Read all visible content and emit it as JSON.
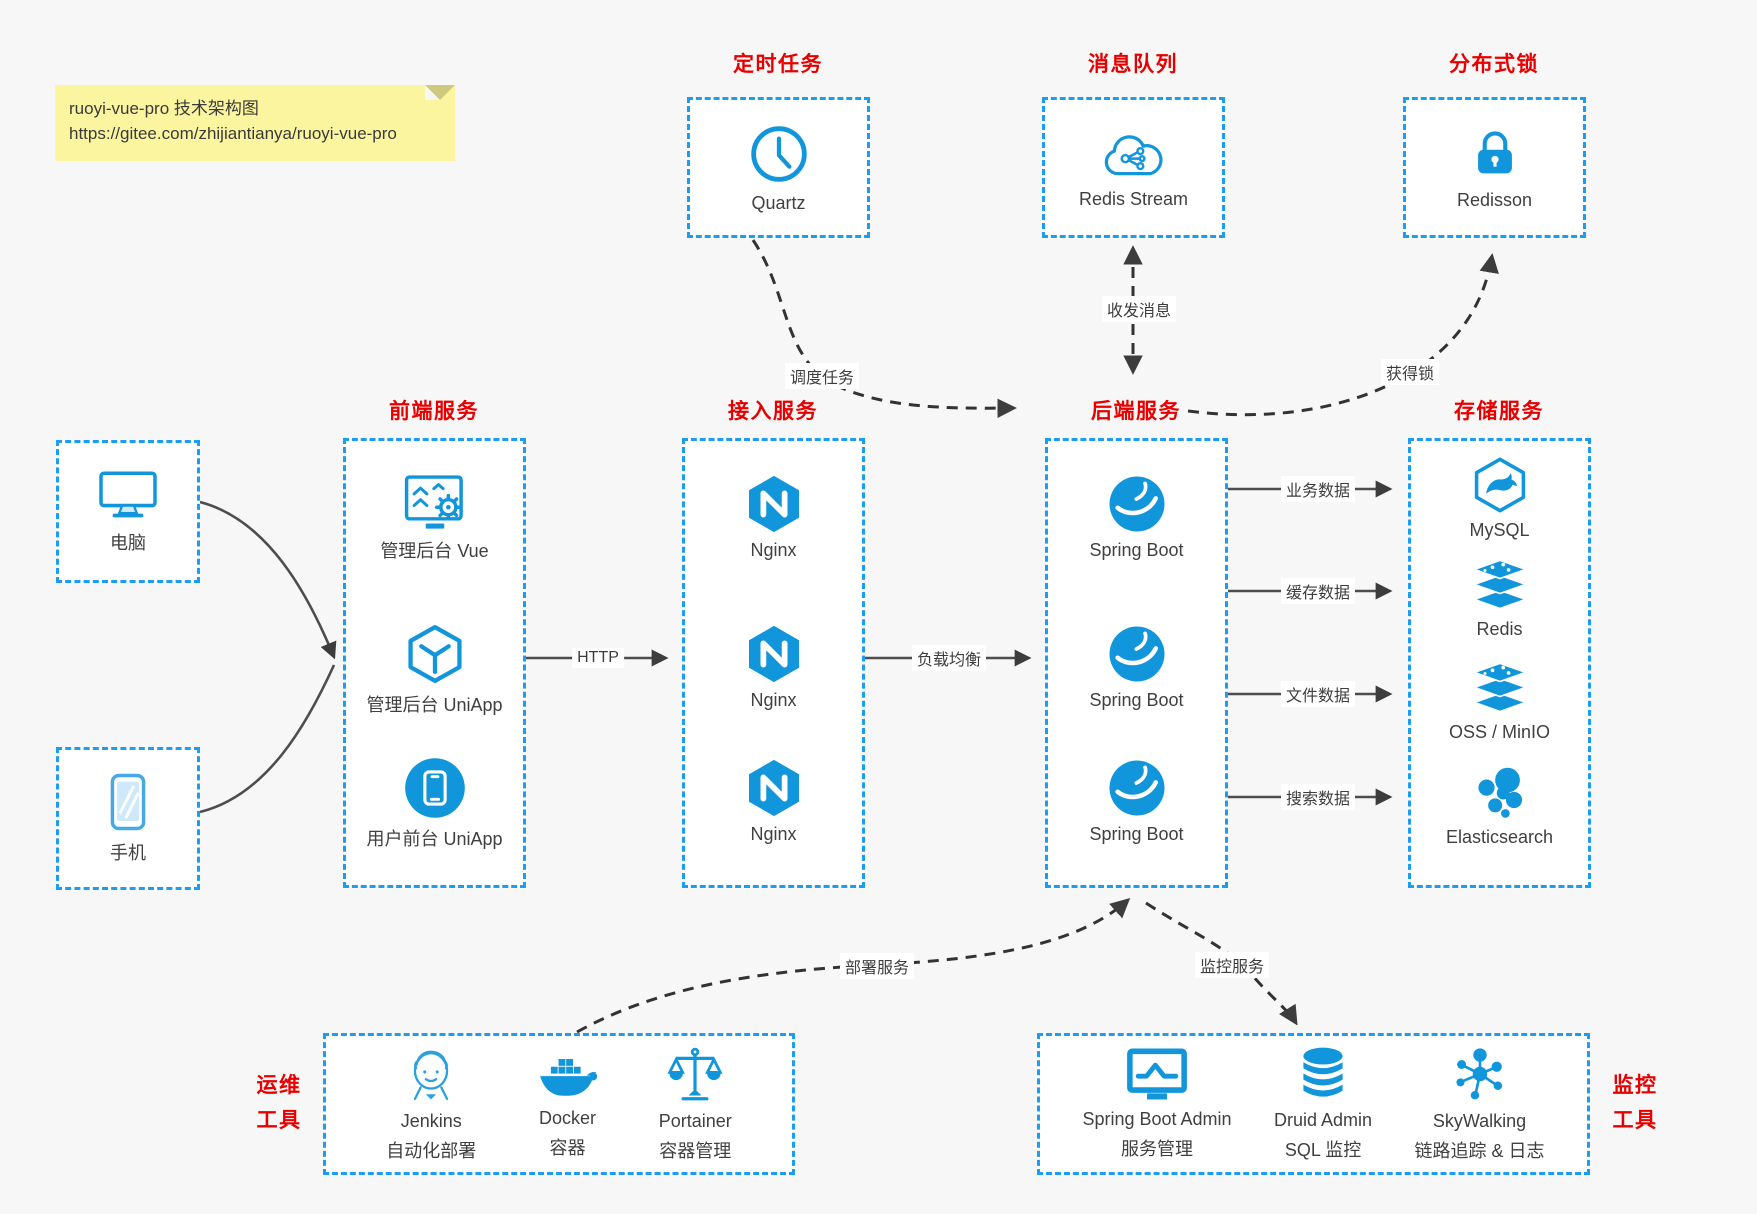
{
  "note": {
    "line1": "ruoyi-vue-pro 技术架构图",
    "line2": "https://gitee.com/zhijiantianya/ruoyi-vue-pro"
  },
  "colors": {
    "canvas_bg": "#f7f7f7",
    "box_border_blue": "#1b9df3",
    "icon_blue": "#1296db",
    "label_red": "#e80000",
    "note_bg": "#fbf59f",
    "solid_arrow": "#4d4d4d",
    "dashed_arrow": "#333333",
    "node_text": "#404040"
  },
  "groups": {
    "scheduler": {
      "label": "定时任务",
      "node": {
        "name": "Quartz",
        "icon": "clock-icon"
      }
    },
    "mq": {
      "label": "消息队列",
      "node": {
        "name": "Redis Stream",
        "icon": "cloud-share-icon"
      }
    },
    "lock": {
      "label": "分布式锁",
      "node": {
        "name": "Redisson",
        "icon": "lock-icon"
      }
    },
    "clients": {
      "pc": {
        "name": "电脑",
        "icon": "desktop-icon"
      },
      "mobile": {
        "name": "手机",
        "icon": "smartphone-icon"
      }
    },
    "frontend": {
      "label": "前端服务",
      "items": [
        {
          "name": "管理后台 Vue",
          "icon": "admin-vue-icon"
        },
        {
          "name": "管理后台 UniApp",
          "icon": "uniapp-cube-icon"
        },
        {
          "name": "用户前台 UniApp",
          "icon": "user-app-icon"
        }
      ]
    },
    "gateway": {
      "label": "接入服务",
      "items": [
        {
          "name": "Nginx",
          "icon": "nginx-icon"
        },
        {
          "name": "Nginx",
          "icon": "nginx-icon"
        },
        {
          "name": "Nginx",
          "icon": "nginx-icon"
        }
      ]
    },
    "backend": {
      "label": "后端服务",
      "items": [
        {
          "name": "Spring Boot",
          "icon": "spring-leaf-icon"
        },
        {
          "name": "Spring Boot",
          "icon": "spring-leaf-icon"
        },
        {
          "name": "Spring Boot",
          "icon": "spring-leaf-icon"
        }
      ]
    },
    "storage": {
      "label": "存储服务",
      "items": [
        {
          "name": "MySQL",
          "icon": "mysql-dolphin-icon"
        },
        {
          "name": "Redis",
          "icon": "redis-stack-icon"
        },
        {
          "name": "OSS / MinIO",
          "icon": "redis-stack-icon"
        },
        {
          "name": "Elasticsearch",
          "icon": "elasticsearch-cluster-icon"
        }
      ]
    },
    "ops": {
      "label_line1": "运维",
      "label_line2": "工具",
      "items": [
        {
          "name": "Jenkins",
          "sub": "自动化部署",
          "icon": "jenkins-icon"
        },
        {
          "name": "Docker",
          "sub": "容器",
          "icon": "docker-whale-icon"
        },
        {
          "name": "Portainer",
          "sub": "容器管理",
          "icon": "scales-icon"
        }
      ]
    },
    "monitoring": {
      "label_line1": "监控",
      "label_line2": "工具",
      "items": [
        {
          "name": "Spring Boot Admin",
          "sub": "服务管理",
          "icon": "monitor-chart-icon"
        },
        {
          "name": "Druid Admin",
          "sub": "SQL 监控",
          "icon": "database-icon"
        },
        {
          "name": "SkyWalking",
          "sub": "链路追踪 & 日志",
          "icon": "topology-icon"
        }
      ]
    }
  },
  "edges": {
    "schedule": "调度任务",
    "messaging": "收发消息",
    "acquire_lock": "获得锁",
    "http": "HTTP",
    "load_balance": "负载均衡",
    "business_data": "业务数据",
    "cache_data": "缓存数据",
    "file_data": "文件数据",
    "search_data": "搜索数据",
    "deploy": "部署服务",
    "monitor": "监控服务"
  }
}
